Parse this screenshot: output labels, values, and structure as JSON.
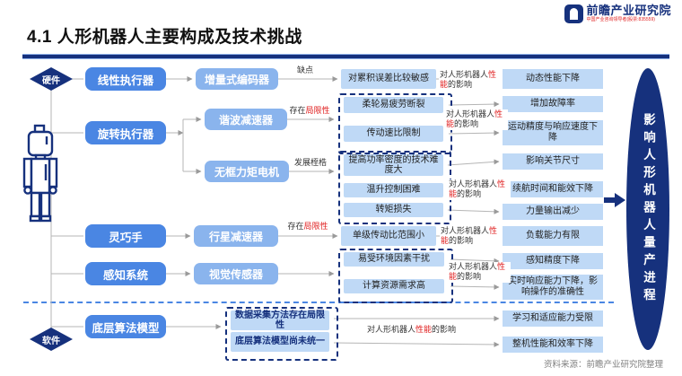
{
  "header": {
    "title": "4.1 人形机器人主要构成及技术挑战",
    "logo_name": "前瞻产业研究院",
    "logo_tagline": "中国产业咨询领导者(股票:835559)"
  },
  "sections": {
    "hardware": "硬件",
    "software": "软件"
  },
  "impact": {
    "prefix": "对人形机器人",
    "highlight": "性能",
    "suffix": "的影响"
  },
  "flow": {
    "linear": {
      "category": "线性执行器",
      "component": "增量式编码器",
      "edge": "缺点",
      "problem": "对累积误差比较敏感",
      "outcome": "动态性能下降"
    },
    "rotary": {
      "category": "旋转执行器",
      "harmonic": {
        "component": "谐波减速器",
        "edge_prefix": "存在",
        "edge_highlight": "局限性",
        "problems": [
          "柔轮易疲劳断裂",
          "传动速比限制"
        ],
        "outcomes": [
          "增加故障率",
          "运动精度与响应速度下降"
        ]
      },
      "frameless": {
        "component": "无框力矩电机",
        "edge": "发展桎梏",
        "problems": [
          "提高功率密度的技术难度大",
          "温升控制困难",
          "转矩损失"
        ],
        "outcomes": [
          "影响关节尺寸",
          "续航时间和能效下降",
          "力量输出减少"
        ]
      }
    },
    "hand": {
      "category": "灵巧手",
      "component": "行星减速器",
      "edge_prefix": "存在",
      "edge_highlight": "局限性",
      "problem": "单级传动比范围小",
      "outcome": "负载能力有限"
    },
    "perception": {
      "category": "感知系统",
      "component": "视觉传感器",
      "problems": [
        "易受环境因素干扰",
        "计算资源需求高"
      ],
      "outcomes": [
        "感知精度下降",
        "实时响应能力下降，影响操作的准确性"
      ]
    },
    "software": {
      "category": "底层算法模型",
      "problems": [
        "数据采集方法存在局限性",
        "底层算法模型尚未统一"
      ],
      "outcomes": [
        "学习和适应能力受限",
        "整机性能和效率下降"
      ]
    }
  },
  "result_pill": "影响人形机器人量产进程",
  "source": "资料来源：前瞻产业研究院整理",
  "colors": {
    "navy": "#16317d",
    "category_blue": "#4a86e3",
    "component_blue": "#8ab4ed",
    "light_blue": "#bfd9f6",
    "accent_red": "#e02020"
  }
}
